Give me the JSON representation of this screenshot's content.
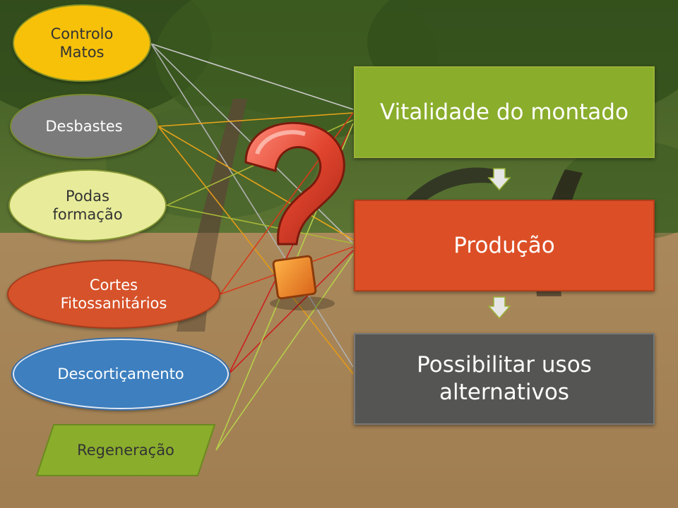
{
  "factors": {
    "controlo": "Controlo\nMatos",
    "desbastes": "Desbastes",
    "podas": "Podas\nformação",
    "cortes": "Cortes\nFitossanitários",
    "descortic": "Descortiçamento",
    "regeneracao": "Regeneração"
  },
  "outcomes": {
    "vitalidade": "Vitalidade do montado",
    "producao": "Produção",
    "possibilitar": "Possibilitar usos\nalternativos"
  },
  "colors": {
    "controlo": "#f7c10a",
    "desbastes": "#7b7b7b",
    "podas": "#e8ec9a",
    "cortes": "#d6522a",
    "descortic": "#3d7fbf",
    "regeneracao": "#8aad2c",
    "vitalidade": "#8aad2c",
    "producao": "#dc4f26",
    "possibilitar": "#555553",
    "question_mark": "#e0442e"
  },
  "icons": {
    "arrow_1": "down-arrow-icon",
    "arrow_2": "down-arrow-icon",
    "center": "question-mark-icon"
  }
}
